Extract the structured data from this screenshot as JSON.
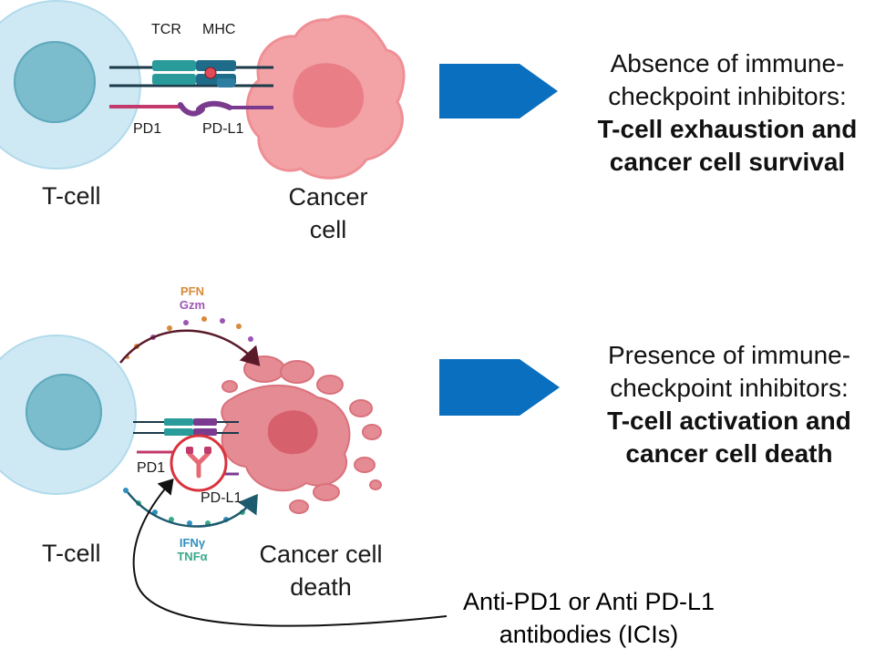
{
  "colors": {
    "tcell_outer": "#cfe9f4",
    "tcell_inner": "#7bbccd",
    "cancer": "#f3a3a6",
    "cancer_core": "#e97e86",
    "arrow": "#0a6fbe",
    "tcr": "#2a9b9b",
    "mhc": "#1f6c8a",
    "pd1": "#c2396b",
    "pdl1": "#7a3b8f",
    "pfn": "#d9893a",
    "gzm": "#9c55b4",
    "ifn": "#2f8fbf",
    "tnf": "#3aa88a"
  },
  "top": {
    "tcr_label": "TCR",
    "mhc_label": "MHC",
    "pd1_label": "PD1",
    "pdl1_label": "PD-L1",
    "tcell_label": "T-cell",
    "cancer_line1": "Cancer",
    "cancer_line2": "cell",
    "result_line1": "Absence of immune-",
    "result_line2": "checkpoint inhibitors:",
    "result_bold1": "T-cell exhaustion and",
    "result_bold2": "cancer cell survival"
  },
  "bottom": {
    "pfn_label": "PFN",
    "gzm_label": "Gzm",
    "pd1_label": "PD1",
    "pdl1_label": "PD-L1",
    "ifn_label": "IFNγ",
    "tnf_label": "TNFα",
    "tcell_label": "T-cell",
    "cancer_line1": "Cancer cell",
    "cancer_line2": "death",
    "result_line1": "Presence of immune-",
    "result_line2": "checkpoint inhibitors:",
    "result_bold1": "T-cell activation and",
    "result_bold2": "cancer cell death",
    "antibody_line1": "Anti-PD1 or Anti PD-L1",
    "antibody_line2": "antibodies (ICIs)"
  }
}
